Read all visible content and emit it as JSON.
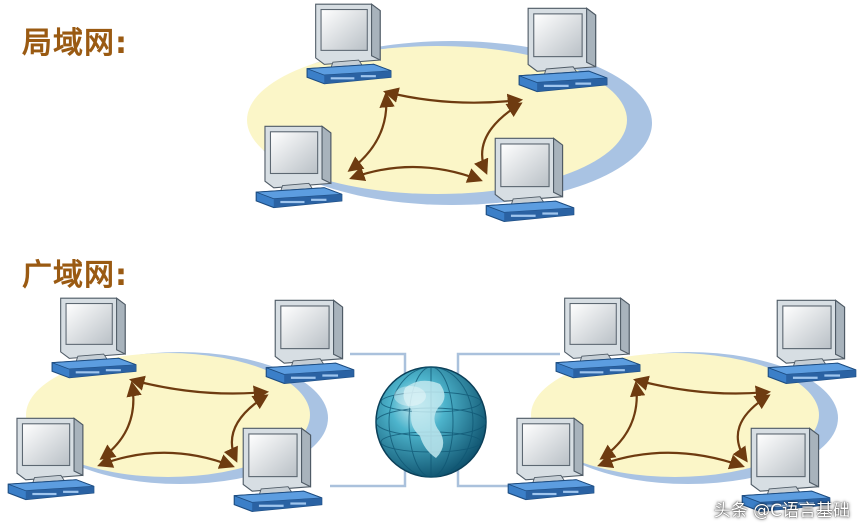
{
  "lan": {
    "title": "局域网:"
  },
  "wan": {
    "title": "广域网:"
  },
  "watermark": "头条 @C语言基础",
  "colors": {
    "ellipse_fill": "#fbf6c8",
    "ellipse_shadow": "#a9c3e3",
    "arrow": "#6e3b10",
    "title_text": "#9a5a12",
    "link_line": "#aac1dc",
    "globe": "#1b7d9a"
  },
  "icons": [
    "computer-icon",
    "globe-icon",
    "bidirectional-arrow-icon"
  ]
}
